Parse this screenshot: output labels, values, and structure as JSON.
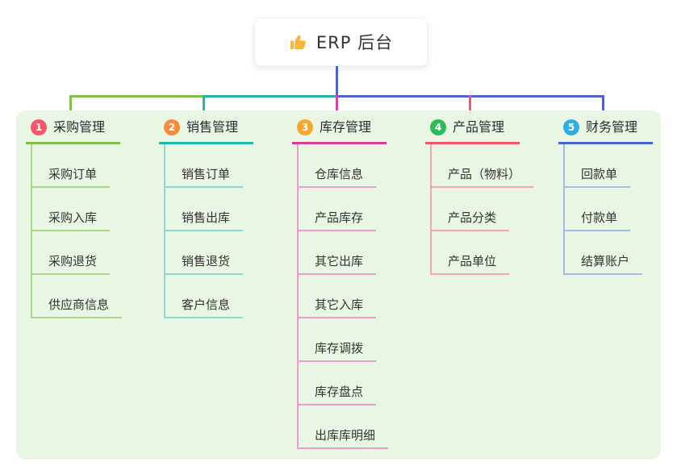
{
  "root_node": {
    "label": "ERP 后台",
    "icon": "thumbs-up-icon",
    "icon_color": "#f5b83d"
  },
  "canvas": {
    "background": "#ffffff",
    "panel_background": "#e9f6e3"
  },
  "connectors": {
    "root_line": "#5062cb",
    "drop_inventory": "#d5469f"
  },
  "branches": [
    {
      "number": "1",
      "label": "采购管理",
      "colors": {
        "badge": "#f4566c",
        "line": "#85bd4b",
        "child_line": "#a9d68c"
      },
      "children": [
        "采购订单",
        "采购入库",
        "采购退货",
        "供应商信息"
      ]
    },
    {
      "number": "2",
      "label": "销售管理",
      "colors": {
        "badge": "#f98b3e",
        "line": "#1db9a7",
        "child_line": "#8bd8cc"
      },
      "children": [
        "销售订单",
        "销售出库",
        "销售退货",
        "客户信息"
      ]
    },
    {
      "number": "3",
      "label": "库存管理",
      "colors": {
        "badge": "#f6a72c",
        "line": "#d63d96",
        "child_line": "#ef9cca"
      },
      "children": [
        "仓库信息",
        "产品库存",
        "其它出库",
        "其它入库",
        "库存调拨",
        "库存盘点",
        "出库库明细"
      ]
    },
    {
      "number": "4",
      "label": "产品管理",
      "colors": {
        "badge": "#2fbb59",
        "line": "#f4556b",
        "child_line": "#f7a6b0"
      },
      "children": [
        "产品（物料）",
        "产品分类",
        "产品单位"
      ]
    },
    {
      "number": "5",
      "label": "财务管理",
      "colors": {
        "badge": "#2eaede",
        "line": "#4766c9",
        "child_line": "#a6bbe4"
      },
      "children": [
        "回款单",
        "付款单",
        "结算账户"
      ]
    }
  ]
}
